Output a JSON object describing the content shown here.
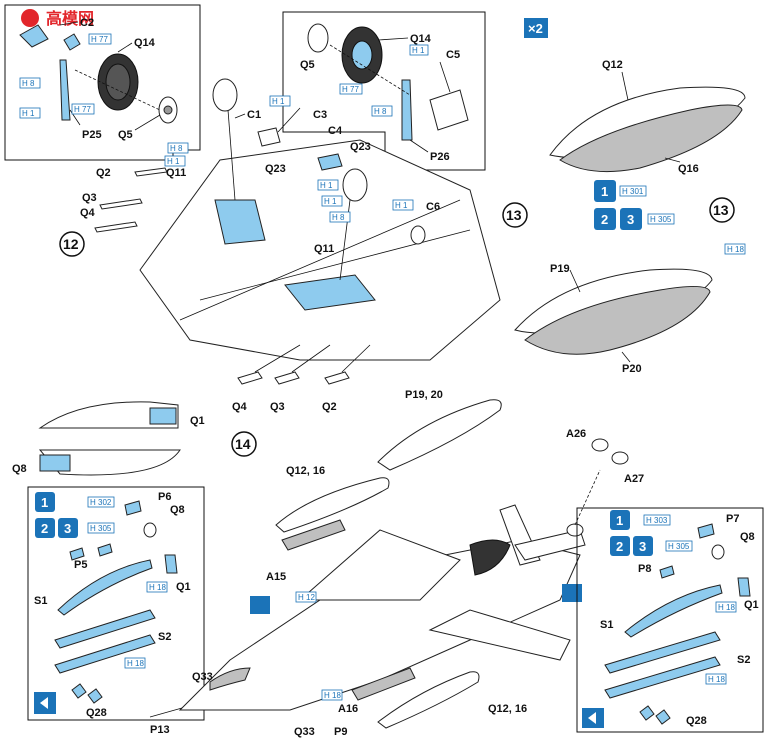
{
  "watermark": "高模网",
  "multiplier": "×2",
  "steps": {
    "s12": "12",
    "s13": "13",
    "s14": "14"
  },
  "option_numbers": [
    "1",
    "2",
    "3"
  ],
  "color_codes": {
    "H1": "H 1",
    "H8": "H 8",
    "H12": "H 12",
    "H18": "H 18",
    "H77": "H 77",
    "H301": "H 301",
    "H302": "H 302",
    "H303": "H 303",
    "H305": "H 305"
  },
  "parts": {
    "C1": "C1",
    "C2": "C2",
    "C3": "C3",
    "C4": "C4",
    "C5": "C5",
    "C6": "C6",
    "Q1": "Q1",
    "Q2": "Q2",
    "Q3": "Q3",
    "Q4": "Q4",
    "Q5": "Q5",
    "Q8": "Q8",
    "Q11": "Q11",
    "Q12": "Q12",
    "Q14": "Q14",
    "Q16": "Q16",
    "Q23": "Q23",
    "Q28": "Q28",
    "Q33": "Q33",
    "P5": "P5",
    "P6": "P6",
    "P7": "P7",
    "P8": "P8",
    "P9": "P9",
    "P13": "P13",
    "P19": "P19",
    "P20": "P20",
    "P25": "P25",
    "P26": "P26",
    "P19_20": "P19, 20",
    "Q12_16": "Q12, 16",
    "S1": "S1",
    "S2": "S2",
    "A15": "A15",
    "A16": "A16",
    "A26": "A26",
    "A27": "A27"
  },
  "colors": {
    "part_blue": "#8ecbee",
    "code_blue": "#1b73b8",
    "badge_blue": "#1b73b8",
    "line": "#111111"
  }
}
